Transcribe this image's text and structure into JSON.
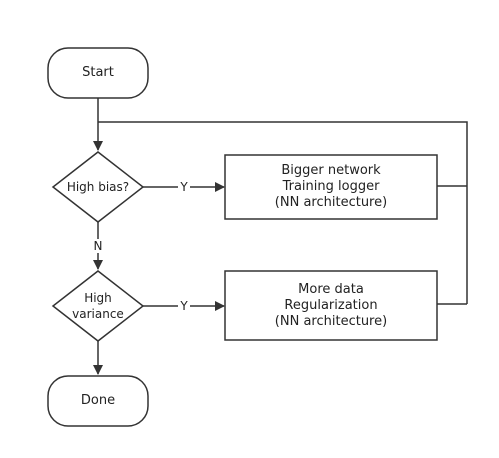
{
  "nodes": {
    "start": "Start",
    "high_bias": "High bias?",
    "bias_fix": [
      "Bigger network",
      "Training logger",
      "(NN architecture)"
    ],
    "high_variance": [
      "High",
      "variance"
    ],
    "variance_fix": [
      "More data",
      "Regularization",
      "(NN architecture)"
    ],
    "done": "Done"
  },
  "edges": {
    "bias_yes": "Y",
    "bias_no": "N",
    "variance_yes": "Y"
  }
}
